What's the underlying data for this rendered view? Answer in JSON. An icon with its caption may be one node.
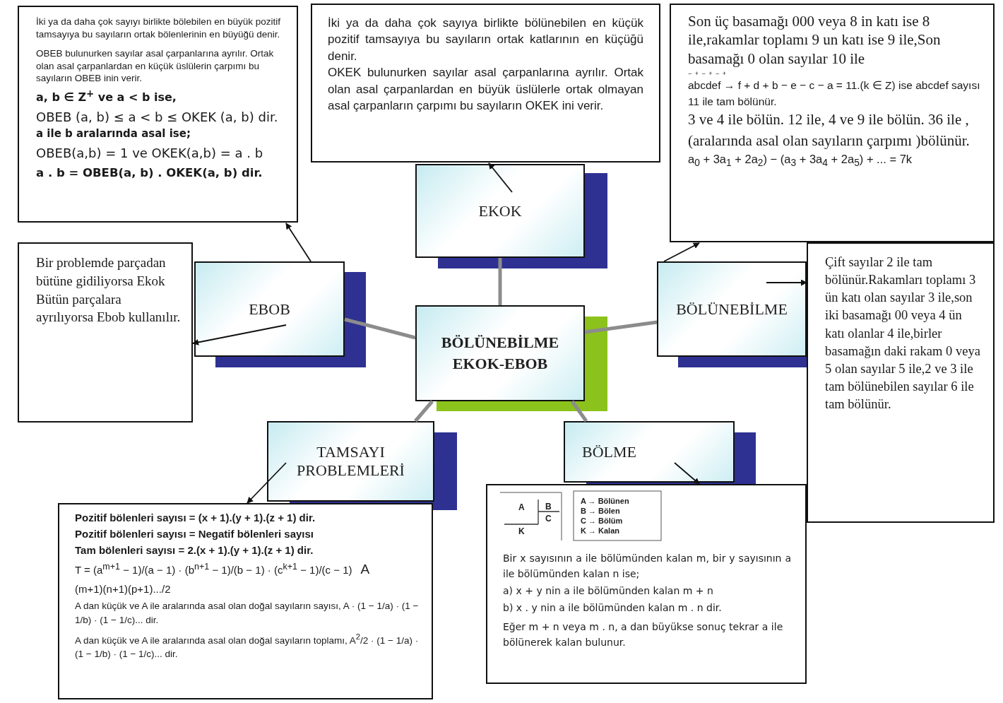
{
  "diagram": {
    "nodes": [
      {
        "text": [
          "BÖLÜNEBİLME EKOK-EBOB"
        ]
      },
      {
        "text": [
          "EKOK"
        ]
      },
      {
        "text": [
          "EBOB"
        ]
      },
      {
        "text": [
          "BÖLÜNEBİLME"
        ]
      },
      {
        "text": [
          "TAMSAYI PROBLEMLERİ"
        ]
      },
      {
        "text": [
          "BÖLME"
        ]
      },
      {
        "text": [
          "İki ya da daha çok sayıyı birlikte bölebilen en büyük pozitif tamsayıya bu sayıların ortak bölenlerinin en büyüğü denir.",
          "OBEB bulunurken sayılar asal çarpanlarına ayrılır. Ortak olan asal çarpanlardan en küçük üslülerin çarpımı bu sayıların OBEB inin verir.",
          "a, b ∈ Z$^{+}$ ve a < b ise,",
          "OBEB (a, b) ≤ a < b ≤ OKEK (a, b) dir.",
          "a ile b aralarında asal ise;",
          "OBEB(a,b) = 1 ve OKEK(a,b) = a . b",
          "a . b = OBEB(a, b) . OKEK(a, b) dir."
        ]
      },
      {
        "text": [
          "İki ya da daha çok sayıya birlikte bölünebilen en küçük pozitif tamsayıya bu sayıların ortak katlarının en küçüğü denir.",
          "OKEK bulunurken sayılar asal çarpanlarına ayrılır. Ortak olan asal çarpanlardan en büyük üslülerle ortak olmayan asal çarpanların çarpımı bu sayıların OKEK ini verir."
        ]
      },
      {
        "text": [
          "Son üç basamağı 000 veya 8 in katı ise 8 ile,rakamlar toplamı 9 un katı ise 9 ile,Son basamağı 0 olan sayılar 10 ile",
          "− + − + − +",
          "abcdef → f + d + b − e − c − a = 11.(k ∈ Z) ise abcdef sayısı 11 ile tam bölünür.",
          "3 ve 4 ile bölün. 12 ile, 4 ve 9 ile bölün. 36 ile , (aralarında asal olan sayıların çarpımı )bölünür.",
          "a$_{0}$ + 3a$_{1}$ + 2a$_{2}$) − (a$_{3}$ + 3a$_{4}$ + 2a$_{5}$) + ... = 7k"
        ]
      },
      {
        "text": [
          "Çift sayılar 2 ile tam bölünür.Rakamları toplamı 3 ün katı olan sayılar 3 ile,son iki basamağı 00 veya 4 ün katı olanlar 4 ile,birler basamağın daki rakam 0 veya 5 olan sayılar 5 ile,2 ve 3 ile tam bölünebilen sayılar 6 ile tam bölünür."
        ]
      },
      {
        "text": [
          "Bir problemde parçadan bütüne gidiliyorsa Ekok Bütün parçalara ayrılıyorsa Ebob kullanılır."
        ]
      },
      {
        "text": [
          "Pozitif bölenleri sayısı = (x + 1).(y + 1).(z + 1) dir.",
          "Pozitif bölenleri sayısı = Negatif bölenleri sayısı",
          "Tam bölenleri sayısı = 2.(x + 1).(y + 1).(z + 1) dir.",
          "T = (a$^{m+1}$ − 1)/(a − 1) · (b$^{n+1}$ − 1)/(b − 1) · (c$^{k+1}$ − 1)/(c − 1)",
          "A",
          "(m+1)(n+1)(p+1).../2",
          "A dan küçük ve A ile aralarında asal olan doğal sayıların sayısı, A · (1 − 1/a) · (1 − 1/b) · (1 − 1/c)... dir.",
          "A dan küçük ve A ile aralarında asal olan doğal sayıların toplamı, A$^{2}$/2 · (1 − 1/a) · (1 − 1/b) · (1 − 1/c)... dir."
        ]
      },
      {
        "text": [
          "A",
          "B",
          "C",
          "K",
          "A → Bölünen",
          "B → Bölen",
          "C → Bölüm",
          "K → Kalan",
          "Bir x sayısının a ile bölümünden kalan m, bir y sayısının a ile bölümünden kalan n ise;",
          "a) x + y nin a ile bölümünden kalan m + n",
          "b) x . y nin a ile bölümünden kalan m . n dir.",
          "Eğer m + n veya m . n, a dan büyükse sonuç tekrar a ile bölünerek kalan bulunur."
        ]
      }
    ],
    "edges": [
      {
        "from": 0,
        "to": 1,
        "arrow": "none",
        "style": "thick",
        "color": "#8c8c8c"
      },
      {
        "from": 0,
        "to": 2,
        "arrow": "none",
        "style": "thick",
        "color": "#8c8c8c"
      },
      {
        "from": 0,
        "to": 3,
        "arrow": "none",
        "style": "thick",
        "color": "#8c8c8c"
      },
      {
        "from": 0,
        "to": 4,
        "arrow": "none",
        "style": "thick",
        "color": "#8c8c8c"
      },
      {
        "from": 0,
        "to": 5,
        "arrow": "none",
        "style": "thick",
        "color": "#8c8c8c"
      },
      {
        "from": 2,
        "to": 6,
        "arrow": "to"
      },
      {
        "from": 1,
        "to": 7,
        "arrow": "to"
      },
      {
        "from": 3,
        "to": 8,
        "arrow": "to"
      },
      {
        "from": 3,
        "to": 9,
        "arrow": "to"
      },
      {
        "from": 2,
        "to": 10,
        "arrow": "to"
      },
      {
        "from": 4,
        "to": 11,
        "arrow": "to"
      },
      {
        "from": 5,
        "to": 12,
        "arrow": "to"
      }
    ]
  }
}
